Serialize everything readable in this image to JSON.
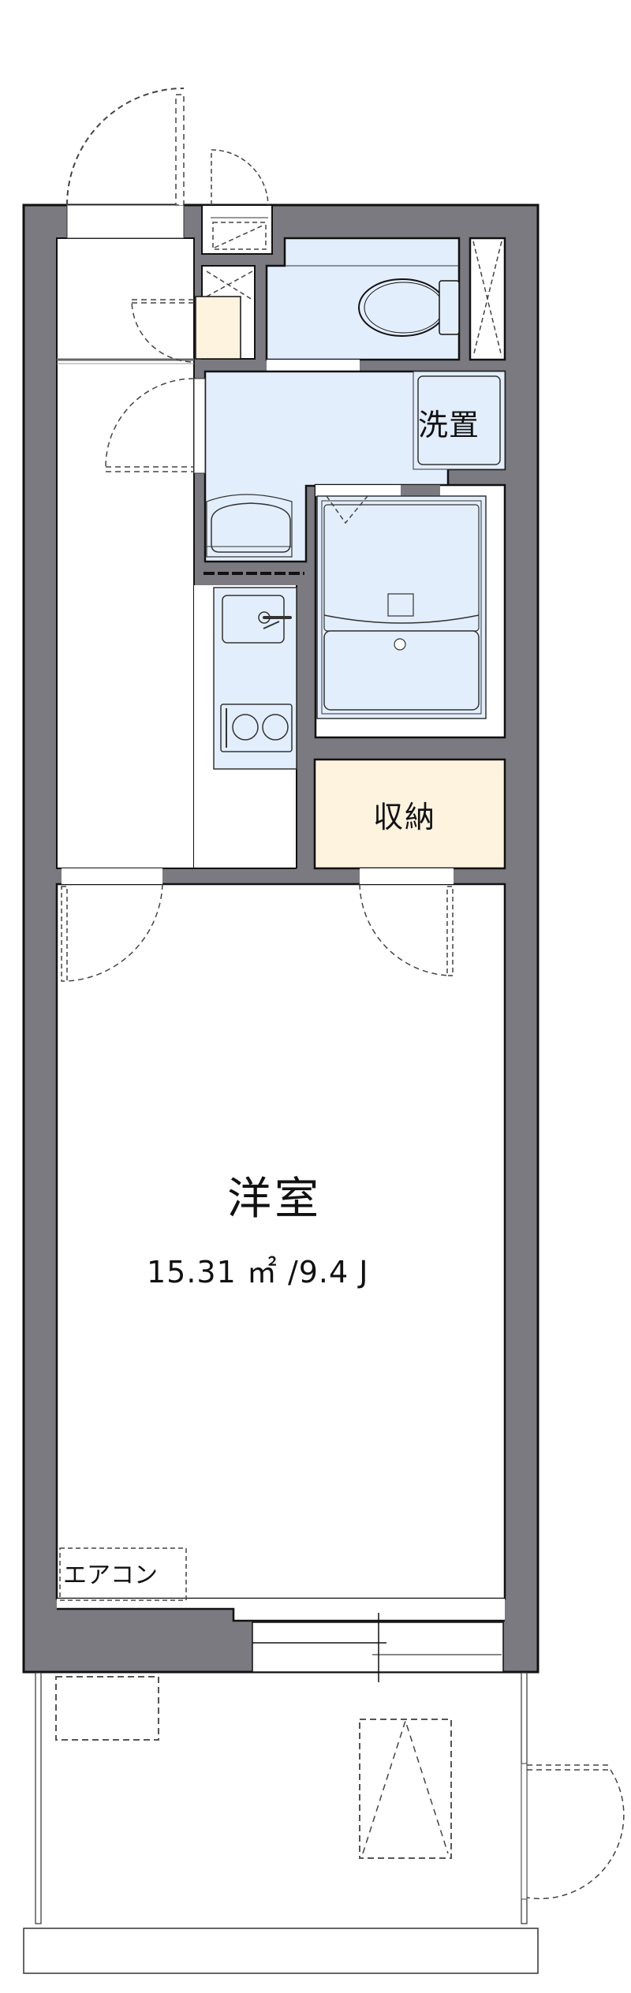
{
  "floor_plan": {
    "colors": {
      "wall": "#7b7a80",
      "wall_stroke": "#111111",
      "wet_area": "#e3eefc",
      "storage": "#fdf3df",
      "floor": "#ffffff",
      "dash": "#444444"
    },
    "rooms": {
      "western_room": {
        "label": "洋室",
        "area": "15.31 ㎡ /9.4 J"
      },
      "storage": {
        "label": "収納"
      },
      "washer_space": {
        "label": "洗置"
      },
      "air_conditioner": {
        "label": "エアコン"
      }
    },
    "fixtures": [
      {
        "name": "toilet"
      },
      {
        "name": "washbasin"
      },
      {
        "name": "kitchen-sink"
      },
      {
        "name": "two-burner-stove"
      },
      {
        "name": "bathtub"
      },
      {
        "name": "shoe-cabinet"
      },
      {
        "name": "pipe-shaft"
      },
      {
        "name": "meter-box"
      },
      {
        "name": "outdoor-ac-unit"
      },
      {
        "name": "balcony"
      }
    ]
  }
}
